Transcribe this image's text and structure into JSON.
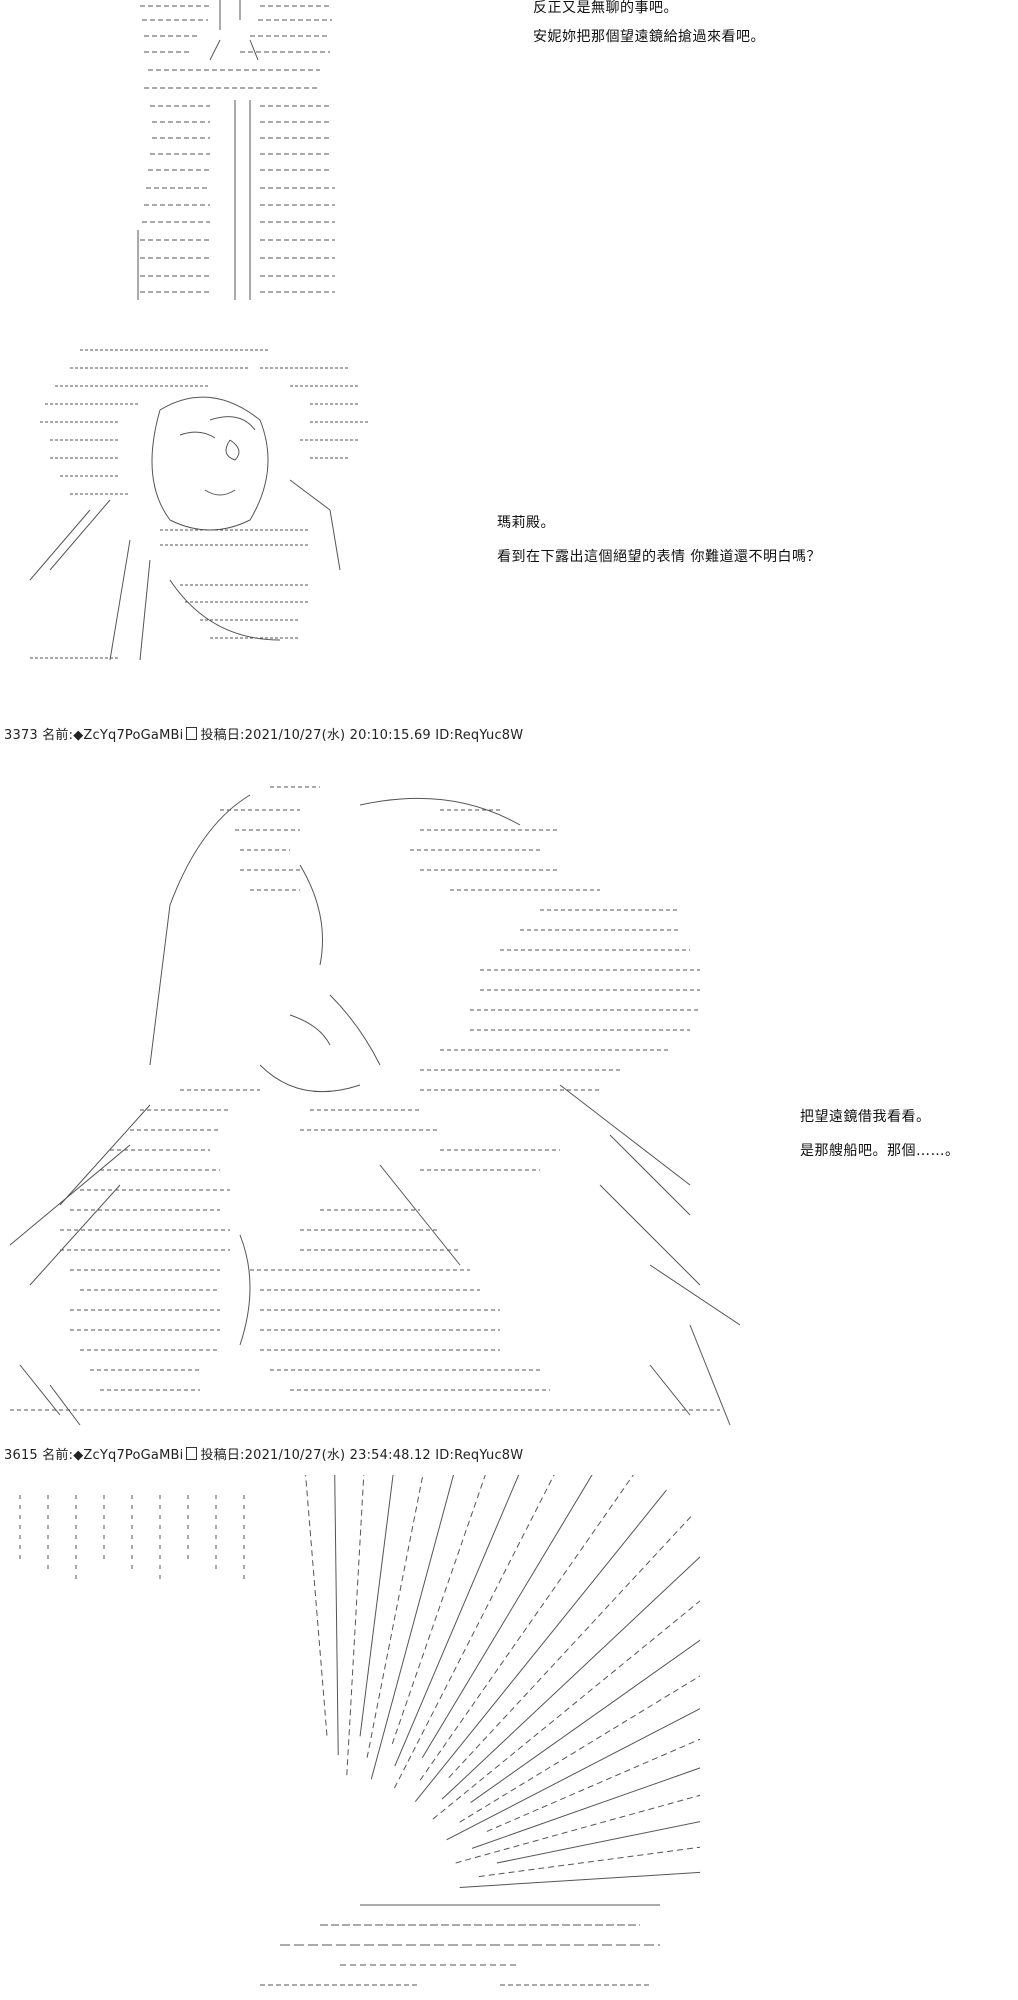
{
  "panel1": {
    "dialog": [
      "反正又是無聊的事吧。",
      "安妮妳把那個望遠鏡給搶過來看吧。"
    ]
  },
  "panel2": {
    "dialog": [
      "瑪莉殿。",
      "看到在下露出這個絕望的表情 你難道還不明白嗎？"
    ]
  },
  "post1": {
    "number": "3373",
    "name_label": "名前:",
    "trip": "◆ZcYq7PoGaMBi",
    "date_label": "投稿日:",
    "datetime": "2021/10/27(水) 20:10:15.69",
    "id": "ID:ReqYuc8W"
  },
  "panel3": {
    "dialog": [
      "把望遠鏡借我看看。",
      "是那艘船吧。那個……。"
    ]
  },
  "post2": {
    "number": "3615",
    "name_label": "名前:",
    "trip": "◆ZcYq7PoGaMBi",
    "date_label": "投稿日:",
    "datetime": "2021/10/27(水) 23:54:48.12",
    "id": "ID:ReqYuc8W"
  }
}
